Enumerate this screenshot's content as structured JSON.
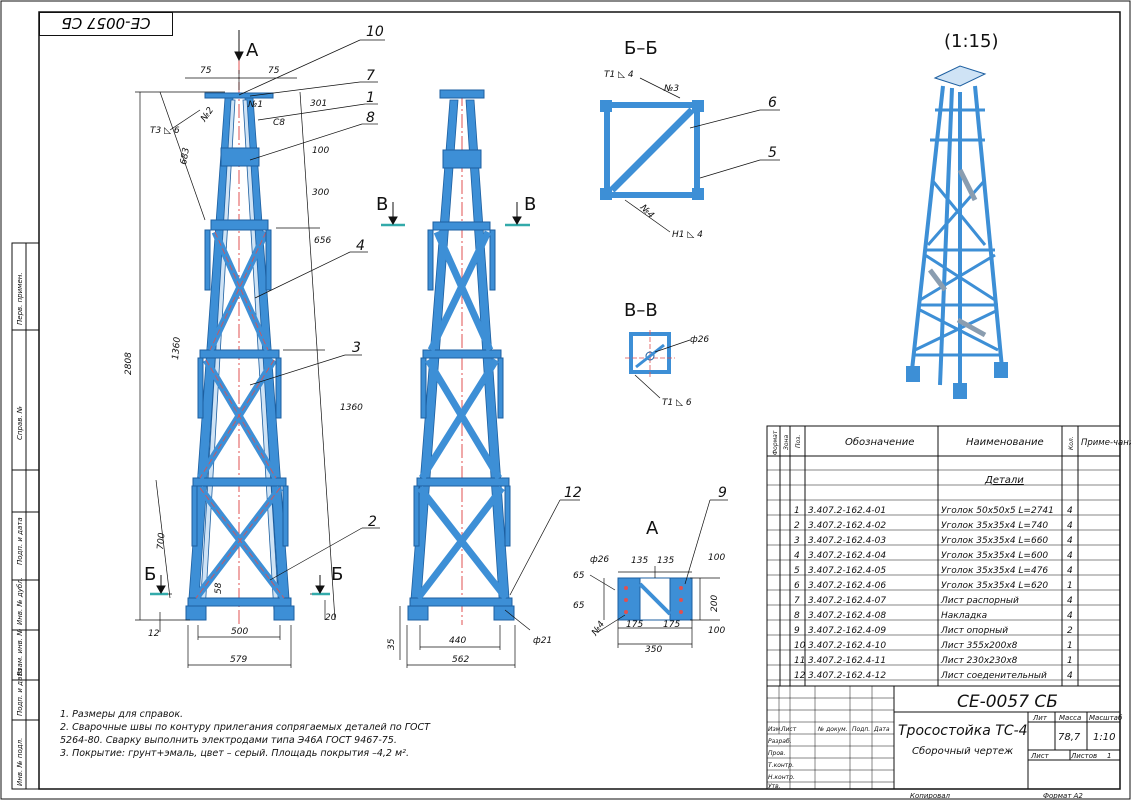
{
  "stamp_code": "СЕ-0057 СБ",
  "scale_label": "(1:15)",
  "views": {
    "section_bb": "Б–Б",
    "section_vv": "В–В",
    "view_a_letter": "А",
    "arrow_a": "А",
    "arrow_b_left": "Б",
    "arrow_b_right": "Б",
    "arrow_v_left": "В",
    "arrow_v_right": "В"
  },
  "dims": {
    "d75a": "75",
    "d75b": "75",
    "d301": "301",
    "d100": "100",
    "d300": "300",
    "d656": "656",
    "d1360": "1360",
    "d683": "683",
    "d2808": "2808",
    "d1360v": "1360",
    "d700": "700",
    "d58": "58",
    "d500": "500",
    "d579": "579",
    "d12": "12",
    "d20": "20",
    "d35": "35",
    "d440": "440",
    "d562": "562",
    "phi21": "ф21",
    "phi26a": "ф26",
    "phi26b": "ф26",
    "c8": "С8",
    "n1": "№1",
    "n2": "№2",
    "n3": "№3",
    "n4": "№4",
    "n4b": "№4",
    "weld_t3": "Т3 ◺ 6",
    "weld_t1a": "Т1 ◺ 4",
    "weld_h1": "Н1 ◺ 4",
    "weld_t1b": "Т1 ◺ 6",
    "a135a": "135",
    "a135b": "135",
    "a100a": "100",
    "a100b": "100",
    "a200": "200",
    "a65a": "65",
    "a65b": "65",
    "a175a": "175",
    "a175b": "175",
    "a350": "350"
  },
  "callouts": {
    "c10": "10",
    "c7": "7",
    "c1": "1",
    "c8": "8",
    "c4": "4",
    "c3": "3",
    "c2": "2",
    "c6": "6",
    "c5": "5",
    "c12": "12",
    "c9": "9"
  },
  "side_labels": [
    "Перв. примен.",
    "Справ. №",
    "Подп. и дата",
    "Инв. № дубл.",
    "Взам. инв. №",
    "Подп. и дата",
    "Инв. № подл."
  ],
  "notes": [
    "1. Размеры для справок.",
    "2. Сварочные швы по контуру прилегания сопрягаемых деталей по ГОСТ",
    "5264-80. Сварку выполнить электродами типа Э46А ГОСТ 9467-75.",
    "3. Покрытие: грунт+эмаль, цвет – серый. Площадь покрытия –4,2 м²."
  ],
  "spec": {
    "headers": {
      "format": "Формат",
      "zone": "Зона",
      "pos": "Поз.",
      "designation": "Обозначение",
      "name": "Наименование",
      "qty": "Кол.",
      "note": "Приме-чание"
    },
    "section": "Детали",
    "rows": [
      {
        "pos": "1",
        "designation": "3.407.2-162.4-01",
        "name": "Уголок 50х50х5 L=2741",
        "qty": "4"
      },
      {
        "pos": "2",
        "designation": "3.407.2-162.4-02",
        "name": "Уголок 35х35х4 L=740",
        "qty": "4"
      },
      {
        "pos": "3",
        "designation": "3.407.2-162.4-03",
        "name": "Уголок 35х35х4 L=660",
        "qty": "4"
      },
      {
        "pos": "4",
        "designation": "3.407.2-162.4-04",
        "name": "Уголок 35х35х4 L=600",
        "qty": "4"
      },
      {
        "pos": "5",
        "designation": "3.407.2-162.4-05",
        "name": "Уголок 35х35х4 L=476",
        "qty": "4"
      },
      {
        "pos": "6",
        "designation": "3.407.2-162.4-06",
        "name": "Уголок 35х35х4 L=620",
        "qty": "1"
      },
      {
        "pos": "7",
        "designation": "3.407.2-162.4-07",
        "name": "Лист распорный",
        "qty": "4"
      },
      {
        "pos": "8",
        "designation": "3.407.2-162.4-08",
        "name": "Накладка",
        "qty": "4"
      },
      {
        "pos": "9",
        "designation": "3.407.2-162.4-09",
        "name": "Лист опорный",
        "qty": "2"
      },
      {
        "pos": "10",
        "designation": "3.407.2-162.4-10",
        "name": "Лист 355х200х8",
        "qty": "1"
      },
      {
        "pos": "11",
        "designation": "3.407.2-162.4-11",
        "name": "Лист 230х230х8",
        "qty": "1"
      },
      {
        "pos": "12",
        "designation": "3.407.2-162.4-12",
        "name": "Лист соеденительный",
        "qty": "4"
      }
    ]
  },
  "title_block": {
    "code": "СЕ-0057 СБ",
    "product": "Тросостойка ТС-4",
    "doc_type": "Сборочный чертеж",
    "lit_label": "Лит",
    "mass_label": "Масса",
    "scale_label": "Масштаб",
    "mass": "78,7",
    "scale": "1:10",
    "sheet_label": "Лист",
    "sheets_label": "Листов",
    "sheets": "1",
    "izm": "Изм.",
    "list": "Лист",
    "doc_no": "№ докум.",
    "sign": "Подп.",
    "date": "Дата",
    "razrab": "Разраб.",
    "prov": "Пров.",
    "tkontr": "Т.контр.",
    "nkontr": "Н.контр.",
    "utv": "Утв.",
    "copied": "Копировал",
    "format": "Формат  А2"
  },
  "colors": {
    "steel": "#3d8fd6",
    "centerline": "#e05050",
    "ink": "#111111"
  }
}
